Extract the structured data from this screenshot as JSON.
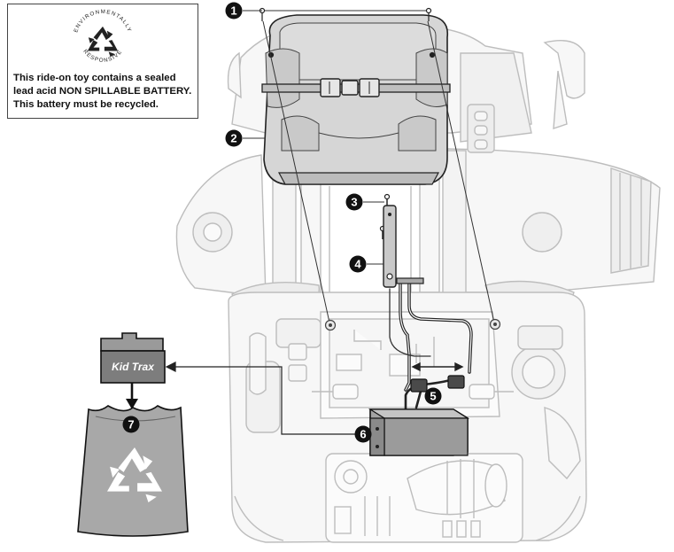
{
  "notice": {
    "seal_top": "ENVIRONMENTALLY",
    "seal_bottom": "RESPONSIVE",
    "line1": "This ride-on toy contains a sealed",
    "line2": "lead acid NON SPILLABLE BATTERY.",
    "line3": "This battery must be recycled."
  },
  "battery_brand": "Kid Trax",
  "callouts": [
    "1",
    "2",
    "3",
    "4",
    "5",
    "6",
    "7"
  ],
  "colors": {
    "outline_gray": "#bdbdbd",
    "seat_fill": "#d4d4d4",
    "dark": "#222222",
    "battery_fill": "#8f8f8f",
    "bag_fill": "#a6a6a6"
  }
}
